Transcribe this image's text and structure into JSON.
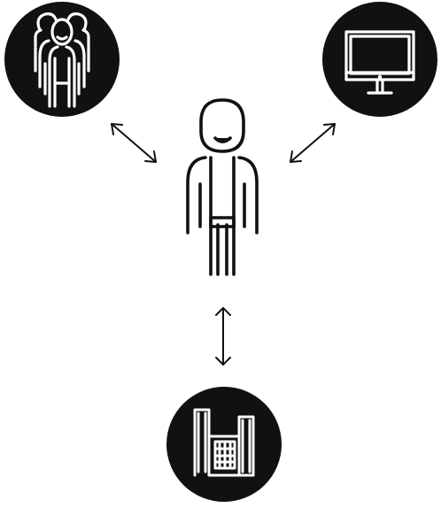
{
  "diagram": {
    "nodes": [
      {
        "id": "people",
        "icon": "group-of-people-icon"
      },
      {
        "id": "monitor",
        "icon": "desktop-monitor-icon"
      },
      {
        "id": "building",
        "icon": "office-building-icon"
      },
      {
        "id": "person",
        "icon": "person-icon"
      }
    ],
    "connections": [
      {
        "from": "person",
        "to": "people",
        "style": "bidirectional-arrow"
      },
      {
        "from": "person",
        "to": "monitor",
        "style": "bidirectional-arrow"
      },
      {
        "from": "person",
        "to": "building",
        "style": "bidirectional-arrow"
      }
    ],
    "colors": {
      "circle_fill": "#111111",
      "icon_stroke_on_dark": "#ffffff",
      "line_stroke": "#111111"
    }
  }
}
